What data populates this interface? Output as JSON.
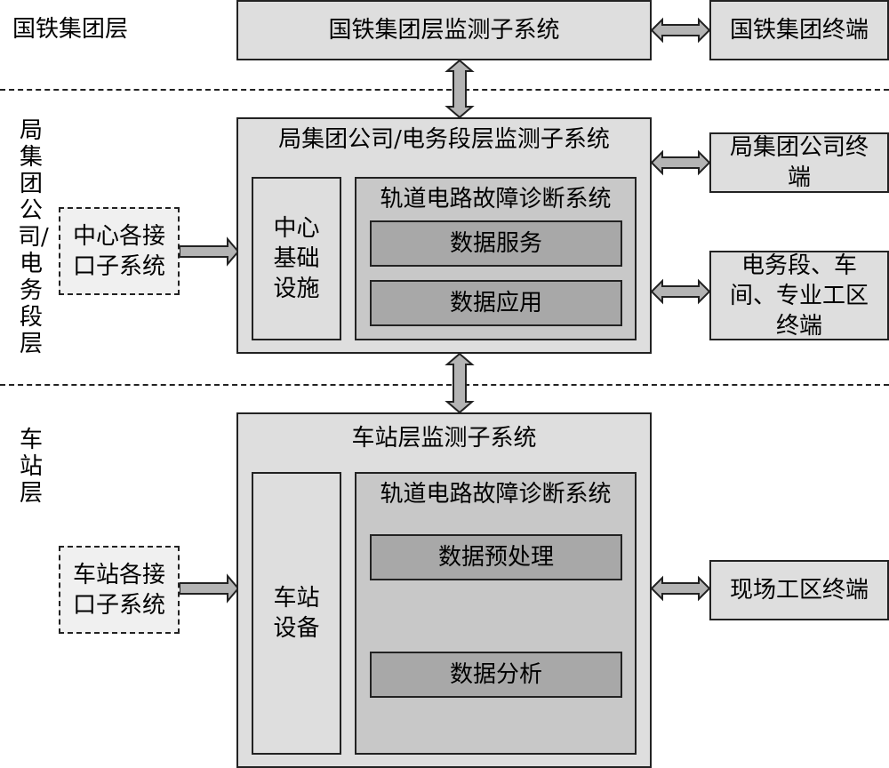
{
  "layers": {
    "group": "国铁集团层",
    "bureau": "局集团公司/电务段层",
    "station": "车站层"
  },
  "group_layer": {
    "subsystem": "国铁集团层监测子系统",
    "terminal": "国铁集团终端"
  },
  "bureau_layer": {
    "subsystem": "局集团公司/电务段层监测子系统",
    "infrastructure": "中心基础设施",
    "diagnosis_title": "轨道电路故障诊断系统",
    "data_service": "数据服务",
    "data_application": "数据应用",
    "interface": "中心各接口子系统",
    "terminal_bureau": "局集团公司终端",
    "terminal_depot": "电务段、车间、专业工区终端"
  },
  "station_layer": {
    "subsystem": "车站层监测子系统",
    "equipment": "车站设备",
    "diagnosis_title": "轨道电路故障诊断系统",
    "data_preprocess": "数据预处理",
    "data_analysis": "数据分析",
    "interface": "车站各接口子系统",
    "terminal": "现场工区终端"
  },
  "colors": {
    "light": "#dedede",
    "mid": "#c8c8c8",
    "dark": "#a8a8a8",
    "arrow_fill": "#b4b4b4",
    "line": "#222222"
  }
}
